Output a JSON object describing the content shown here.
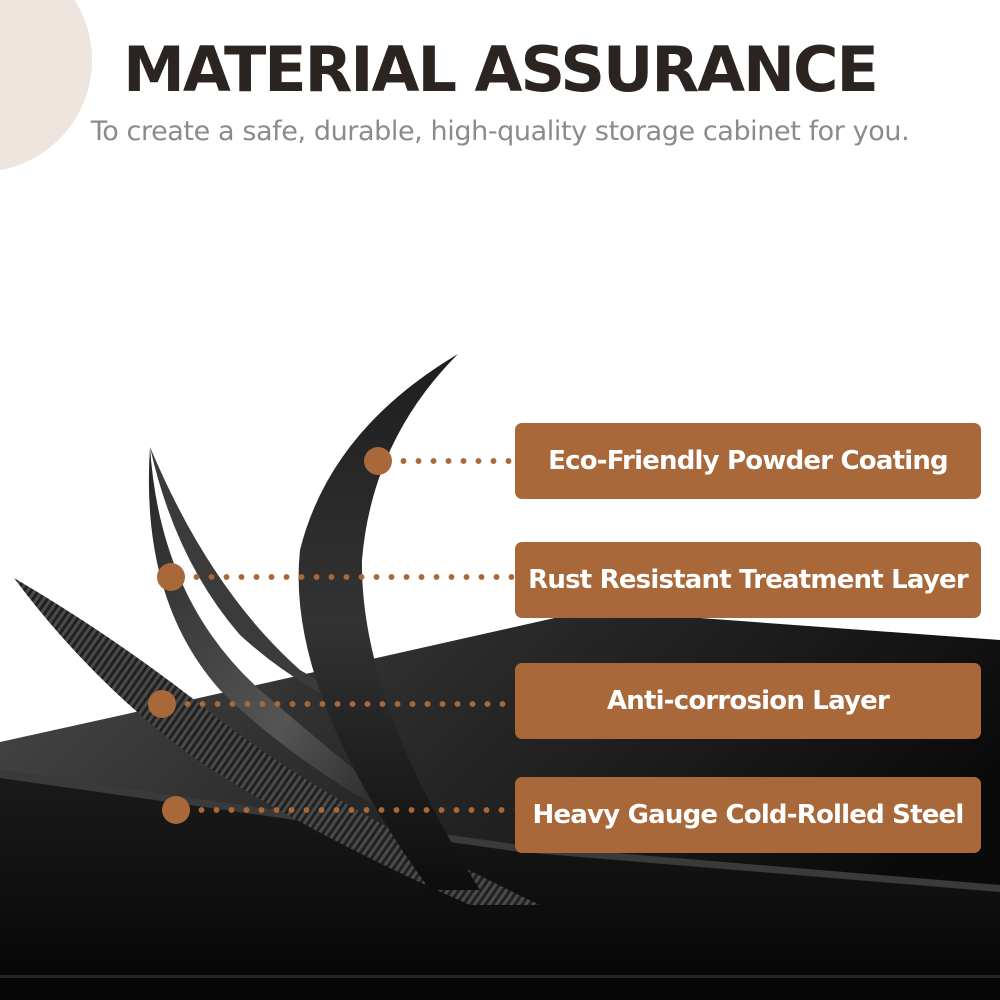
{
  "header": {
    "title": "MATERIAL ASSURANCE",
    "subtitle": "To create a safe, durable, high-quality storage cabinet for you."
  },
  "layers": [
    {
      "label": "Eco-Friendly Powder Coating"
    },
    {
      "label": "Rust Resistant Treatment Layer"
    },
    {
      "label": "Anti-corrosion Layer"
    },
    {
      "label": "Heavy Gauge Cold-Rolled Steel"
    }
  ],
  "colors": {
    "accent": "#a8683a",
    "title": "#2b2421",
    "subtitle": "#8b8b8b",
    "decor_circle": "#eee6de",
    "cabinet": "#101010"
  }
}
